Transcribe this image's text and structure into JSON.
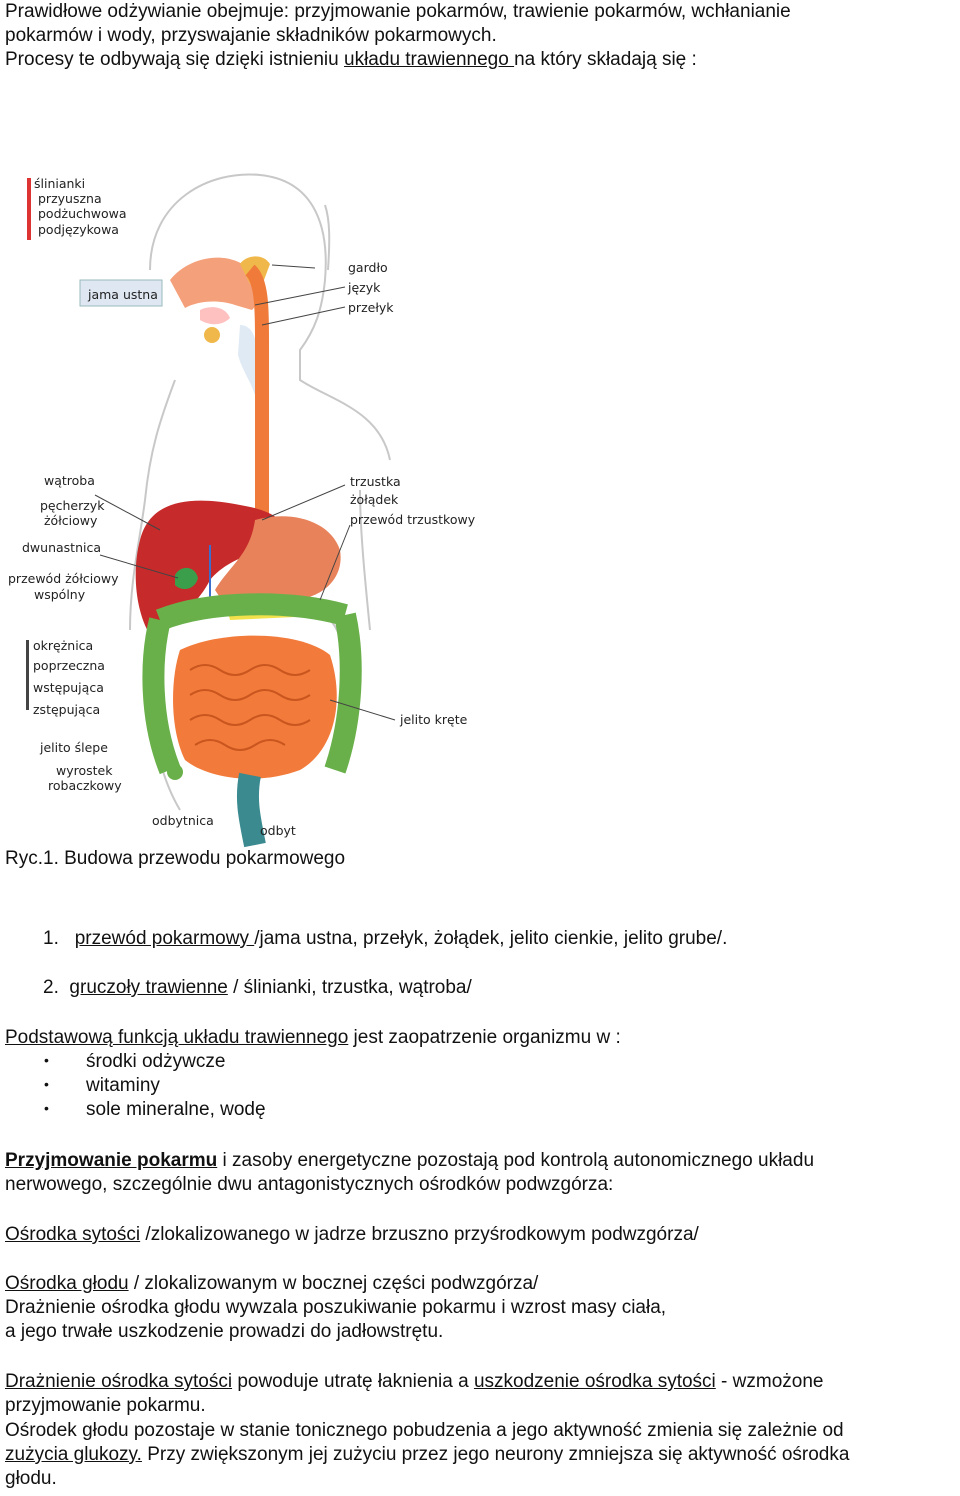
{
  "intro": {
    "line1": "Prawidłowe odżywianie obejmuje:  przyjmowanie pokarmów,  trawienie pokarmów,  wchłanianie",
    "line2": "pokarmów i wody,  przyswajanie składników pokarmowych.",
    "line3_a": "Procesy te odbywają się dzięki istnieniu  ",
    "line3_u": "układu  trawiennego ",
    "line3_b": "na który składają się :"
  },
  "figure": {
    "labels": {
      "slinianki": "ślinianki",
      "przyuszna": "przyuszna",
      "podzuchwowa": "podżuchwowa",
      "podjezykowa": "podjęzykowa",
      "jama_ustna": "jama ustna",
      "gardlo": "gardło",
      "jezyk": "język",
      "przelyk": "przełyk",
      "watroba": "wątroba",
      "pecherzyk1": "pęcherzyk",
      "pecherzyk2": "żółciowy",
      "dwunastnica": "dwunastnica",
      "przewod_zolc1": "przewód żółciowy",
      "przewod_zolc2": "wspólny",
      "trzustka": "trzustka",
      "zoladek": "żołądek",
      "przewod_trzust": "przewód trzustkowy",
      "okreznica": "okrężnica",
      "poprzeczna": "poprzeczna",
      "wstepujaca": "wstępująca",
      "zstepujaca": "zstępująca",
      "jelito_krete": "jelito kręte",
      "jelito_slepe": "jelito ślepe",
      "wyrostek1": "wyrostek",
      "wyrostek2": "robaczkowy",
      "odbytnica": "odbytnica",
      "odbyt": "odbyt"
    },
    "caption": "Ryc.1. Budowa przewodu pokarmowego"
  },
  "list": {
    "item1_num": "1.",
    "item1_u": "przewód pokarmowy ",
    "item1_rest": "  /jama ustna, przełyk, żołądek, jelito cienkie, jelito grube/.",
    "item2_num": "2.",
    "item2_u": "gruczoły trawienne",
    "item2_rest": " / ślinianki, trzustka,  wątroba/"
  },
  "function": {
    "u": "Podstawową funkcją układu trawiennego",
    "rest": " jest zaopatrzenie organizmu w :",
    "bullet": "•",
    "b1": "środki odżywcze",
    "b2": "witaminy",
    "b3": "sole mineralne, wodę"
  },
  "control": {
    "bu": "Przyjmowanie pokarmu",
    "rest1": " i zasoby energetyczne pozostają pod kontrolą  autonomicznego układu",
    "line2": "nerwowego, szczególnie dwu antagonistycznych ośrodków podwzgórza:"
  },
  "satiety": {
    "u": "Ośrodka sytości",
    "rest": "   /zlokalizowanego w  jadrze brzuszno przyśrodkowym podwzgórza/"
  },
  "hunger": {
    "u": "Ośrodka głodu",
    "rest": "      / zlokalizowanym w bocznej części podwzgórza/",
    "line2": "Drażnienie ośrodka głodu wywzala poszukiwanie pokarmu i wzrost masy ciała,",
    "line3": "a jego trwałe uszkodzenie prowadzi do jadłowstrętu."
  },
  "para1": {
    "u1": "Drażnienie ośrodka sytości",
    "t1": " powoduje  utratę łaknienia a ",
    "u2": "uszkodzenie ośrodka sytości",
    "t2": " - wzmożone",
    "line2": "przyjmowanie pokarmu."
  },
  "para2": {
    "line1": "Ośrodek głodu pozostaje w stanie  tonicznego pobudzenia a jego aktywność zmienia się zależnie od",
    "u": "zużycia glukozy.",
    "rest": " Przy zwiększonym jej zużyciu przez jego neurony zmniejsza się aktywność ośrodka",
    "line3": "głodu."
  }
}
